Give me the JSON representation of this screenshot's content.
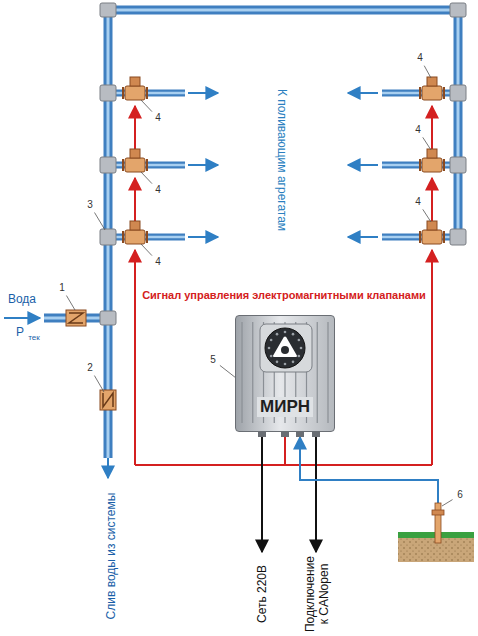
{
  "diagram": {
    "nodes": [
      {
        "text": [
          "МИРН"
        ]
      }
    ],
    "labels": [
      "Вода",
      "P",
      "тек",
      "1",
      "2",
      "3",
      "4",
      "4",
      "4",
      "4",
      "4",
      "4",
      "5",
      "6",
      "К поливающим агрегатам",
      "Сигнал управления электромагнитными клапанами",
      "Слив воды из системы",
      "Сеть 220В",
      "Подключение к CANopen"
    ]
  }
}
